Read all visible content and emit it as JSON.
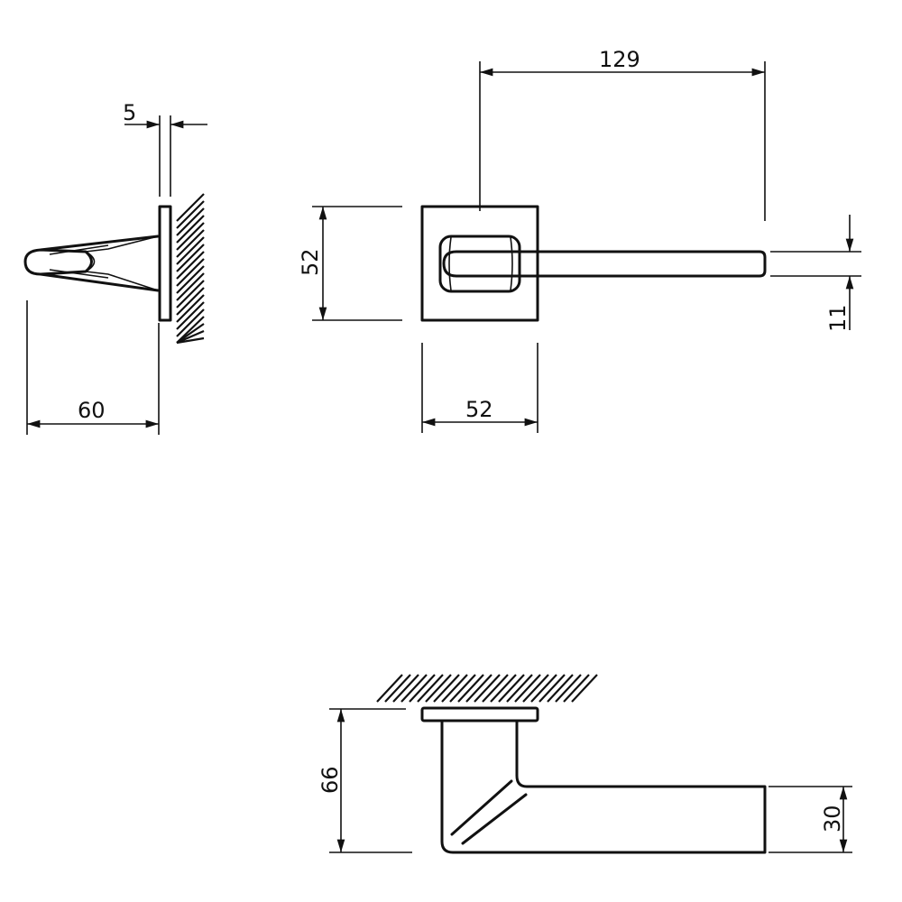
{
  "side_view": {
    "projection_dim": "60",
    "rose_thickness_dim": "5"
  },
  "front_view": {
    "lever_length_dim": "129",
    "rose_height_dim": "52",
    "rose_width_dim": "52",
    "lever_width_dim": "11"
  },
  "top_view": {
    "overall_depth_dim": "66",
    "lever_height_dim": "30"
  },
  "colors": {
    "line": "#111111",
    "background": "#ffffff"
  }
}
